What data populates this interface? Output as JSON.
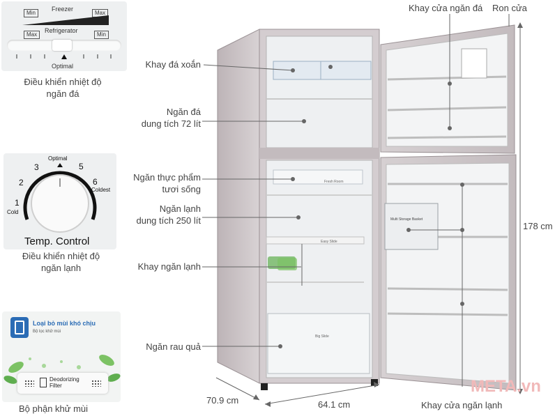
{
  "freezer_panel": {
    "min_top": "Min",
    "freezer": "Freezer",
    "max_top": "Max",
    "max_bottom": "Max",
    "refrigerator": "Refrigerator",
    "min_bottom": "Min",
    "optimal": "Optimal"
  },
  "dial_panel": {
    "cold": "Cold",
    "coldest": "Coldest",
    "optimal": "Optimal",
    "n1": "1",
    "n2": "2",
    "n3": "3",
    "n5": "5",
    "n6": "6",
    "title": "Temp. Control"
  },
  "filter_panel": {
    "headline": "Loại bỏ mùi khó chịu",
    "subline": "Bộ lọc khử mùi",
    "filter_line1": "Deodorizing",
    "filter_line2": "Filter"
  },
  "captions": {
    "freezer_control": "Điều khiển nhiệt độ\nngăn đá",
    "fridge_control": "Điều khiển nhiệt độ\nngăn lạnh",
    "deodorizer": "Bộ phận khử mùi"
  },
  "labels": {
    "ice_tray": "Khay đá xoắn",
    "freezer_volume": "Ngăn đá\ndung tích 72 lít",
    "fresh_food": "Ngăn thực phẩm\ntươi sống",
    "fridge_volume": "Ngăn lạnh\ndung tích 250 lít",
    "fridge_tray": "Khay ngăn lạnh",
    "veg_drawer": "Ngăn rau quả",
    "freezer_door_tray": "Khay cửa ngăn đá",
    "door_seal": "Ron cửa",
    "fridge_door_tray": "Khay cửa ngăn lạnh"
  },
  "dimensions": {
    "height": "178 cm",
    "depth": "70.9 cm",
    "width": "64.1 cm"
  },
  "interior_text": {
    "fresh_room": "Fresh Room",
    "easy_slide": "Easy Slide",
    "multi_storage": "Multi Storage Basket",
    "big_slide": "Big Slide"
  },
  "watermark": "META.vn",
  "colors": {
    "body": "#c9c2c4",
    "interior": "#eef0f2",
    "dark_line": "#555555",
    "watermark": "#f1b9b9",
    "green": "#5fae4f"
  }
}
